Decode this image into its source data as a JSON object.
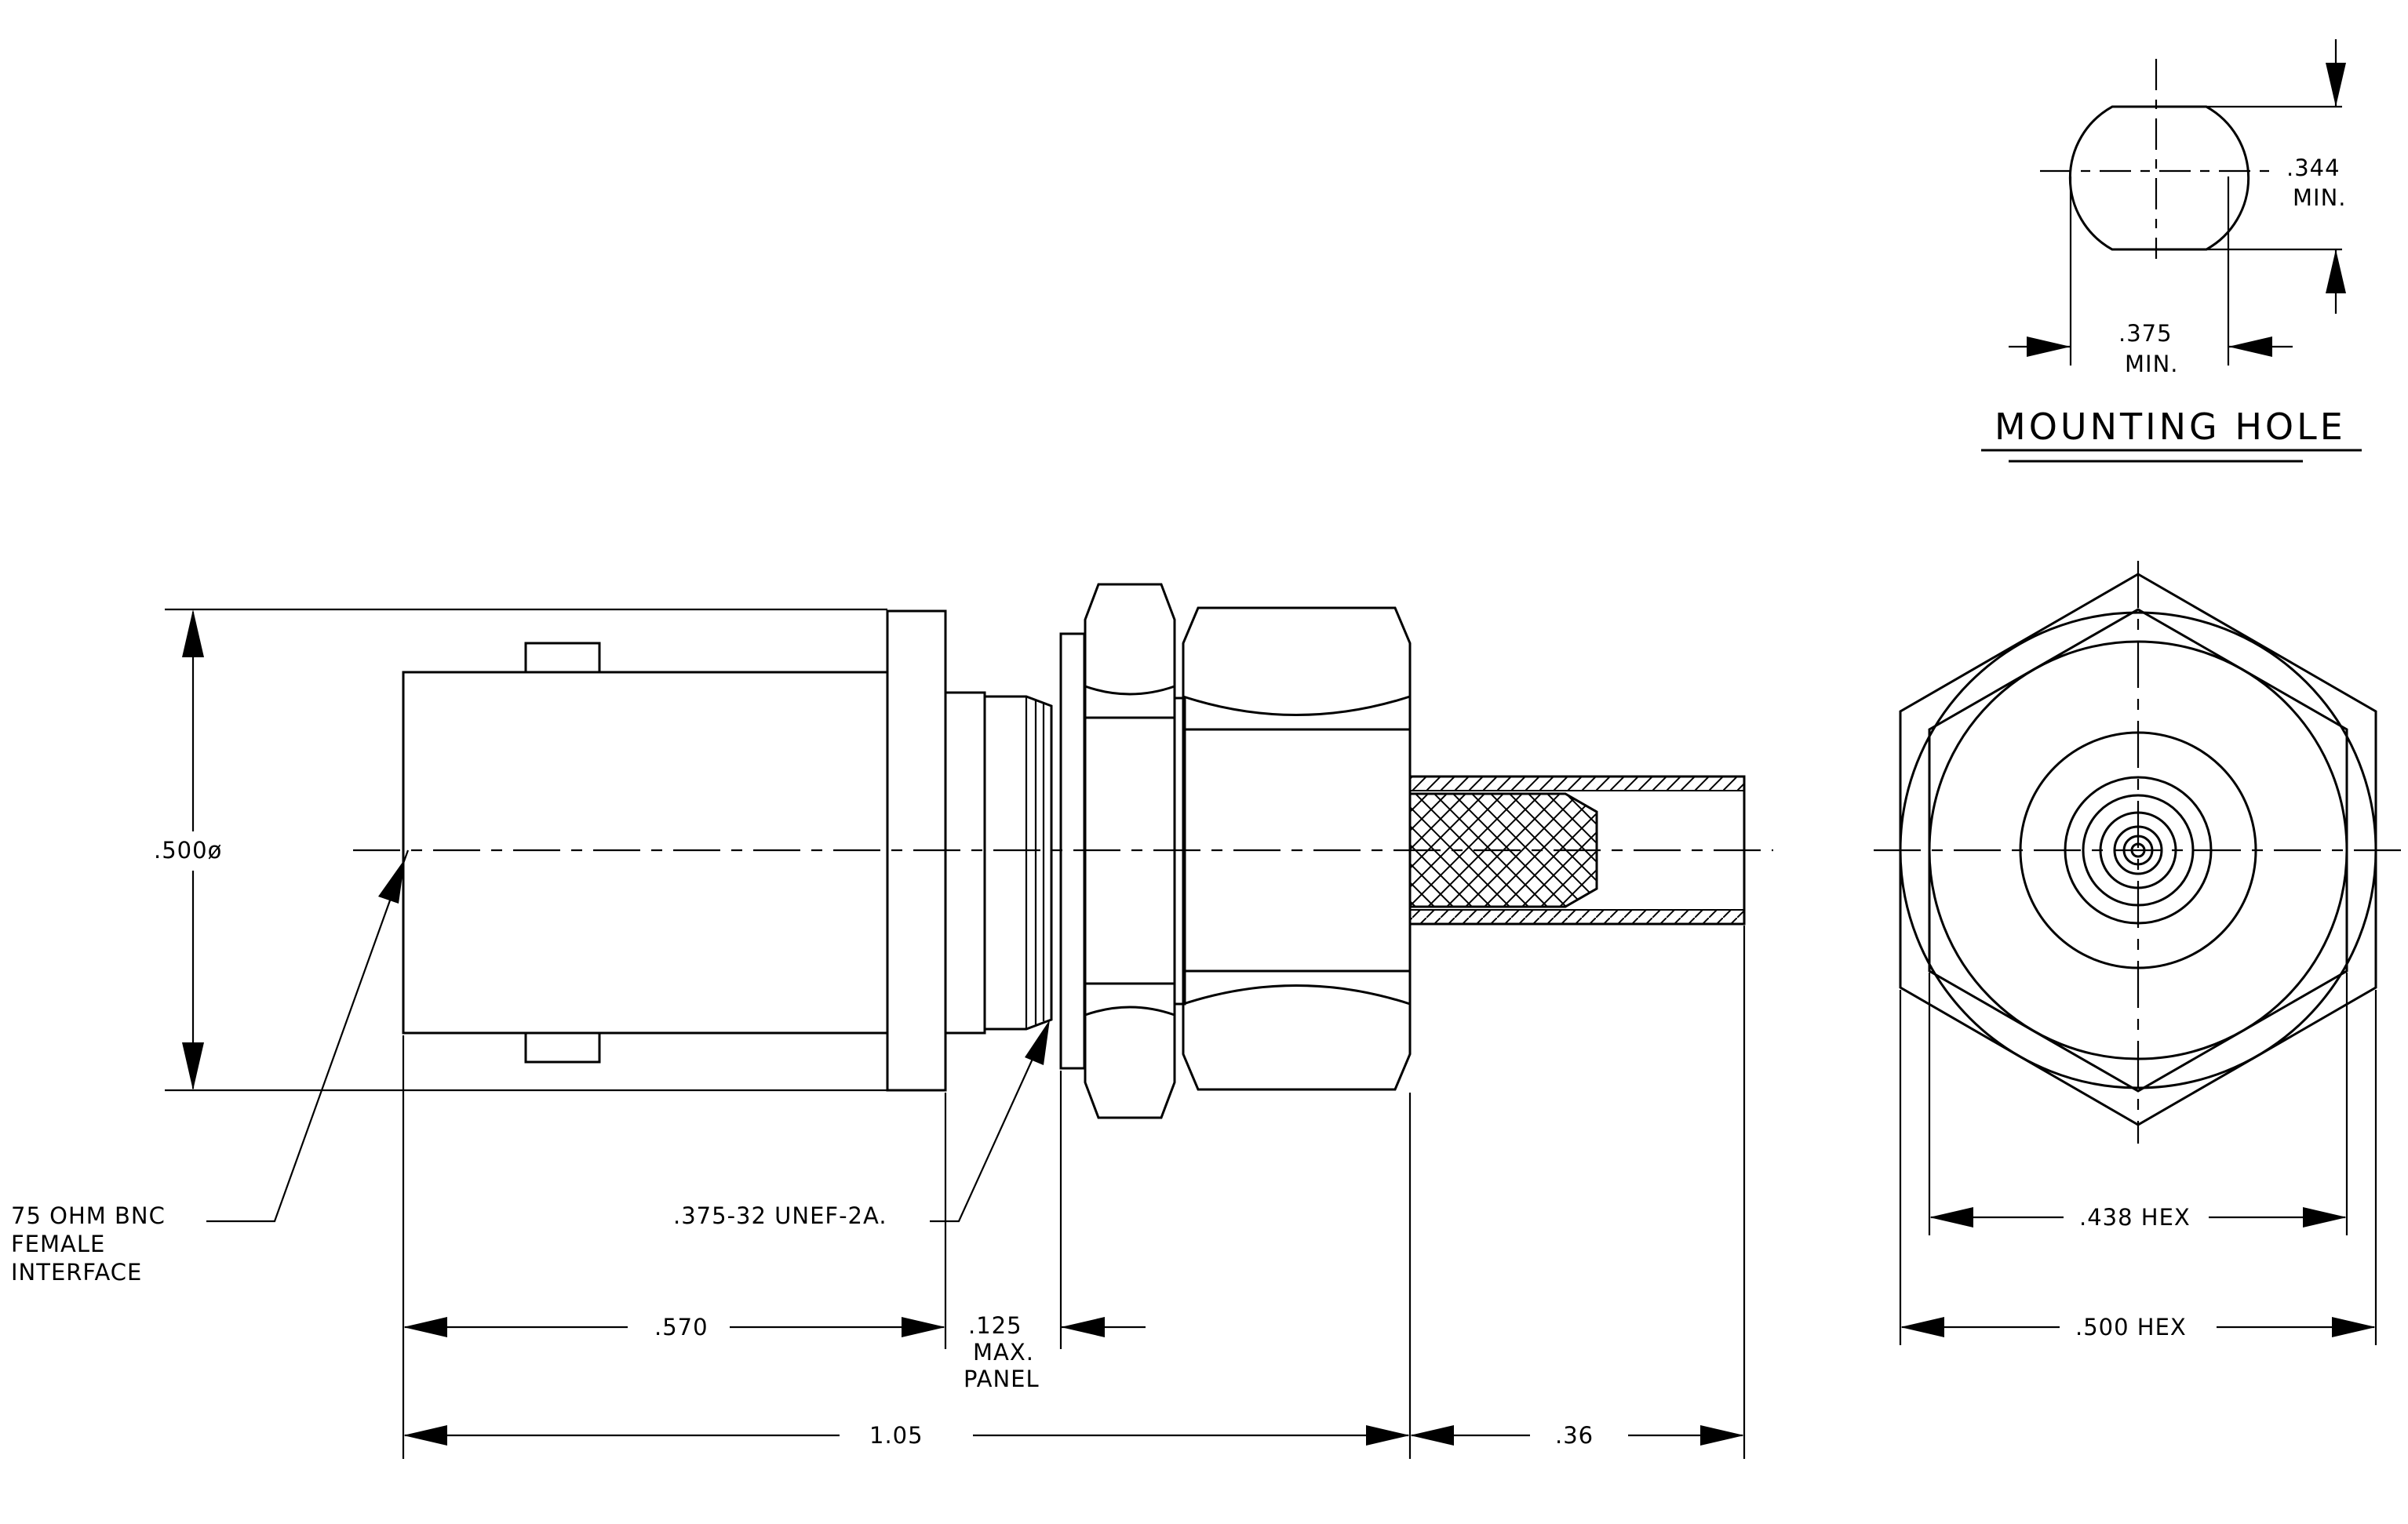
{
  "labels": {
    "diameter": ".500ø",
    "interface_line1": "75 OHM BNC",
    "interface_line2": "FEMALE",
    "interface_line3": "INTERFACE",
    "thread": ".375-32 UNEF-2A.",
    "dim_570": ".570",
    "dim_125": ".125",
    "dim_125_max": "MAX.",
    "dim_125_panel": "PANEL",
    "dim_105": "1.05",
    "dim_36": ".36",
    "dim_344": ".344",
    "dim_344_min": "MIN.",
    "dim_375": ".375",
    "dim_375_min": "MIN.",
    "mounting_hole": "MOUNTING HOLE",
    "hex_438": ".438 HEX",
    "hex_500": ".500 HEX"
  }
}
